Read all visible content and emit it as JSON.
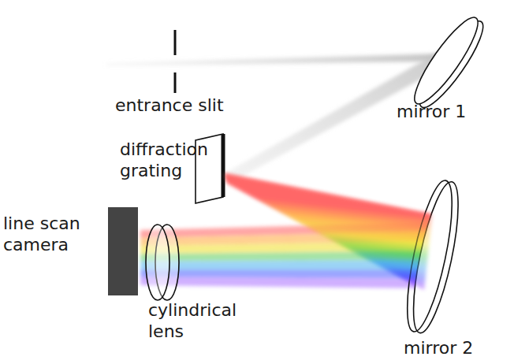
{
  "diagram": {
    "labels": [
      "entrance slit",
      "mirror 1",
      "diffraction grating",
      "line scan camera",
      "cylindrical lens",
      "mirror 2"
    ]
  }
}
